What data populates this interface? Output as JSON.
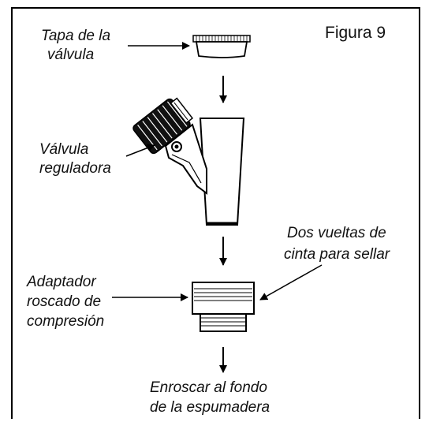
{
  "figure": {
    "title": "Figura 9"
  },
  "labels": {
    "cap_line1": "Tapa de la",
    "cap_line2": "válvula",
    "valve_line1": "Válvula",
    "valve_line2": "reguladora",
    "tape_line1": "Dos vueltas de",
    "tape_line2": "cinta para sellar",
    "adapter_line1": "Adaptador",
    "adapter_line2": "roscado de",
    "adapter_line3": "compresión",
    "bottom_line1": "Enroscar al fondo",
    "bottom_line2": "de la espumadera"
  }
}
